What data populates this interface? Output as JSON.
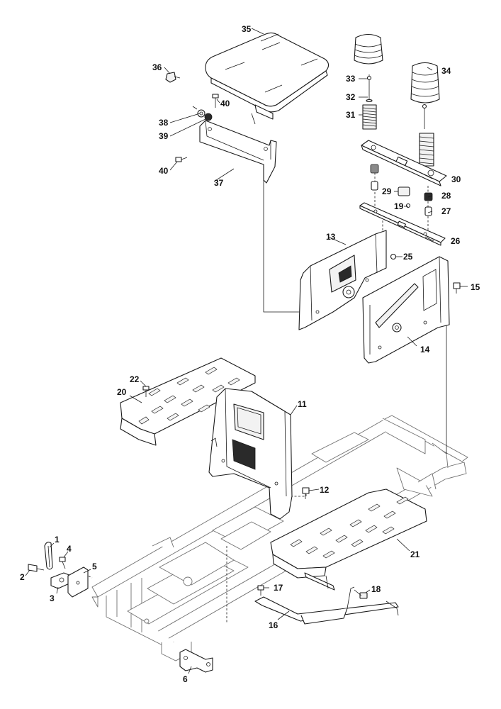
{
  "callouts": [
    "1",
    "2",
    "3",
    "4",
    "5",
    "6",
    "11",
    "12",
    "13",
    "14",
    "15",
    "16",
    "17",
    "18",
    "19",
    "20",
    "21",
    "22",
    "25",
    "26",
    "27",
    "28",
    "29",
    "30",
    "31",
    "32",
    "33",
    "34",
    "35",
    "36",
    "37",
    "38",
    "39",
    "40",
    "40"
  ]
}
